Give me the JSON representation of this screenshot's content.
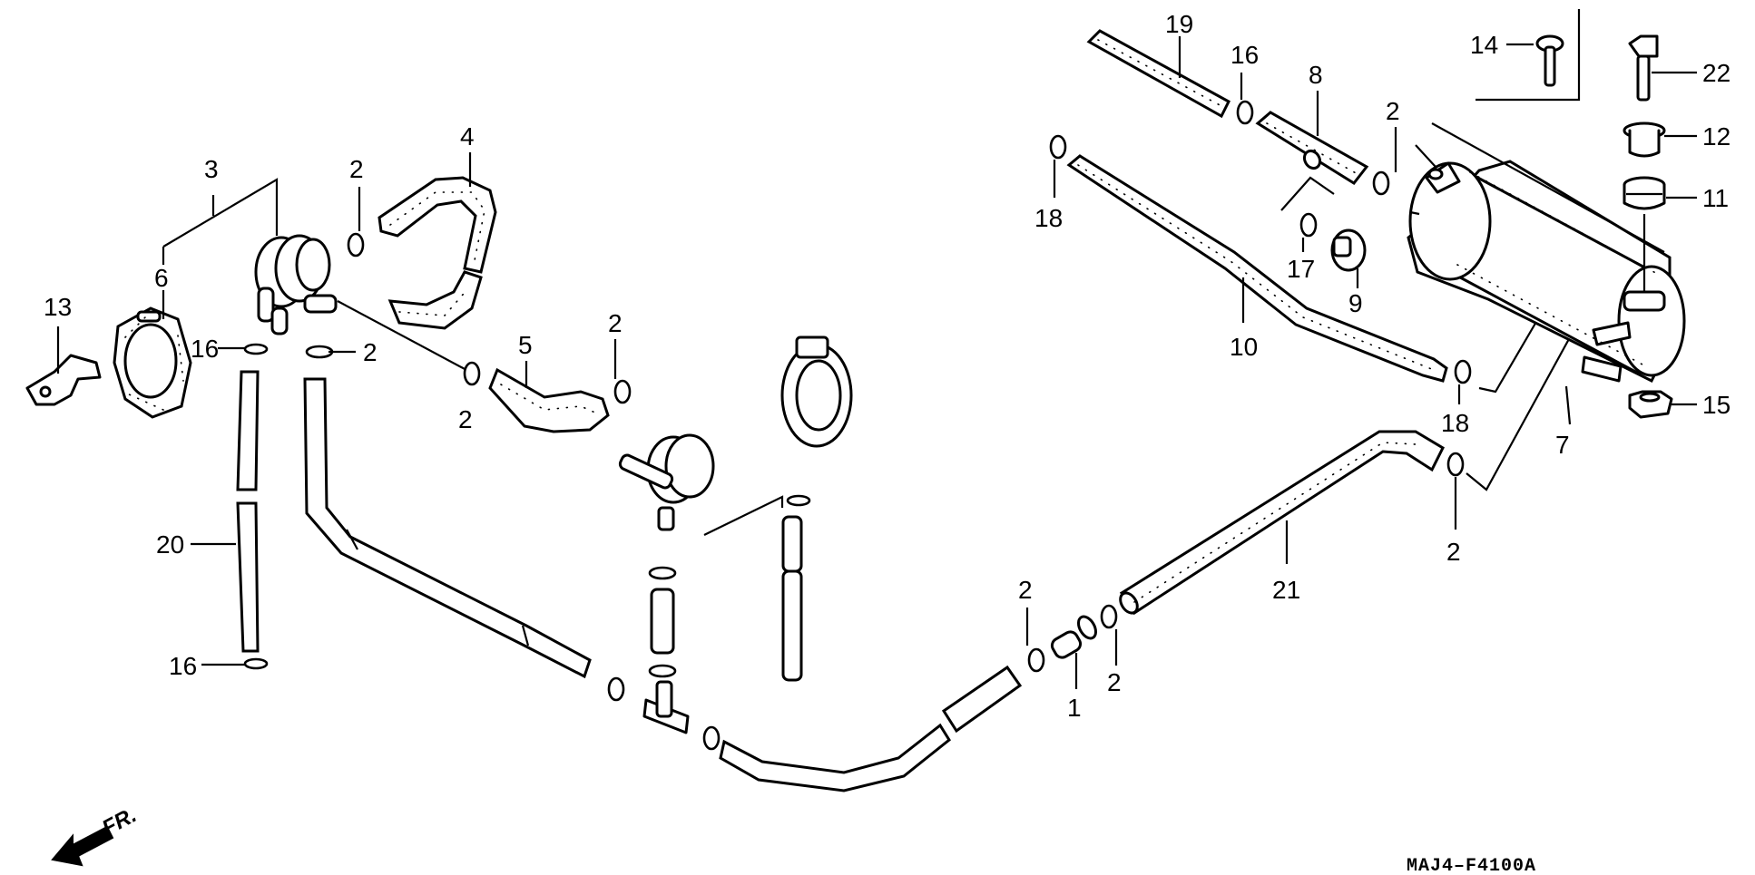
{
  "diagram": {
    "code": "MAJ4–F4100A",
    "front_label": "FR.",
    "callouts": {
      "c1": "1",
      "c2a": "2",
      "c2b": "2",
      "c2c": "2",
      "c2d": "2",
      "c2e": "2",
      "c2f": "2",
      "c2g": "2",
      "c2h": "2",
      "c3": "3",
      "c4": "4",
      "c5": "5",
      "c6": "6",
      "c7": "7",
      "c8": "8",
      "c9": "9",
      "c10": "10",
      "c11": "11",
      "c12": "12",
      "c13": "13",
      "c14": "14",
      "c15": "15",
      "c16a": "16",
      "c16b": "16",
      "c16c": "16",
      "c17": "17",
      "c18a": "18",
      "c18b": "18",
      "c19": "19",
      "c20": "20",
      "c21": "21",
      "c22": "22"
    }
  }
}
